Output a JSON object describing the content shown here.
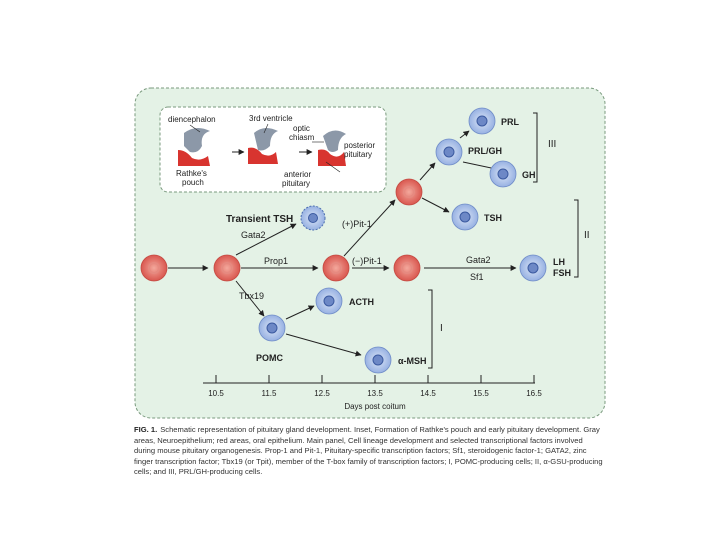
{
  "figure": {
    "inset": {
      "diencephalon": "diencephalon",
      "third_ventricle": "3rd ventricle",
      "optic_chiasm_1": "optic",
      "optic_chiasm_2": "chiasm",
      "posterior_pituitary_1": "posterior",
      "posterior_pituitary_2": "pituitary",
      "anterior_pituitary_1": "anterior",
      "anterior_pituitary_2": "pituitary",
      "rathkes_pouch_1": "Rathke's",
      "rathkes_pouch_2": "pouch"
    },
    "cells": {
      "transient_tsh": "Transient TSH",
      "prl": "PRL",
      "prl_gh": "PRL/GH",
      "gh": "GH",
      "tsh": "TSH",
      "lh": "LH",
      "fsh": "FSH",
      "acth": "ACTH",
      "msh": "α-MSH",
      "pomc": "POMC"
    },
    "factors": {
      "gata2_upper": "Gata2",
      "prop1": "Prop1",
      "pit1_plus": "(+)Pit-1",
      "pit1_minus": "(−)Pit-1",
      "gata2_lower": "Gata2",
      "sf1": "Sf1",
      "tbx19": "Tbx19"
    },
    "groups": {
      "g3": "III",
      "g2": "II",
      "g1": "I"
    },
    "axis": {
      "ticks": [
        "10.5",
        "11.5",
        "12.5",
        "13.5",
        "14.5",
        "15.5",
        "16.5"
      ],
      "label": "Days post coitum"
    }
  },
  "caption": {
    "label": "FIG. 1.",
    "text": "Schematic representation of pituitary gland development. Inset, Formation of Rathke's pouch and early pituitary development. Gray areas, Neuroepithelium; red areas, oral epithelium. Main panel, Cell lineage development and selected transcriptional factors involved during mouse pituitary organogenesis. Prop-1 and Pit-1, Pituitary-specific transcription factors; Sf1, steroidogenic factor-1; GATA2, zinc finger transcription factor; Tbx19 (or Tpit), member of the T-box family of transcription factors; I, POMC-producing cells; II, α-GSU-producing cells; and III, PRL/GH-producing cells."
  }
}
